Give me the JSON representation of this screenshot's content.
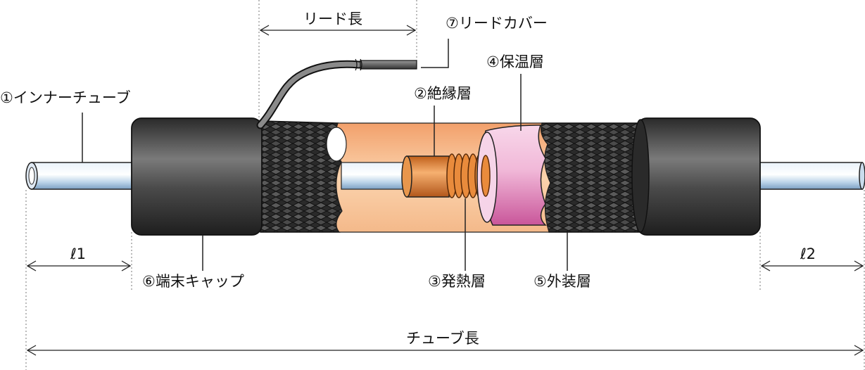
{
  "labels": {
    "lead_length": "リード長",
    "lead_cover": "⑦リードカバー",
    "insulation": "④保温層",
    "inner_tube": "①インナーチューブ",
    "insulating_layer": "②絶縁層",
    "l1": "ℓ1",
    "l2": "ℓ2",
    "end_cap": "⑥端末キャップ",
    "heating_layer": "③発熱層",
    "outer_layer": "⑤外装層",
    "tube_length": "チューブ長"
  },
  "colors": {
    "cap": "#3a3a3a",
    "braid": "#2c2c2c",
    "insulation_orange": "#f6b07a",
    "insulating_copper": "#e07f2c",
    "thermal_pink": "#d66aa8",
    "inner_tube": "#a9c6e0"
  }
}
